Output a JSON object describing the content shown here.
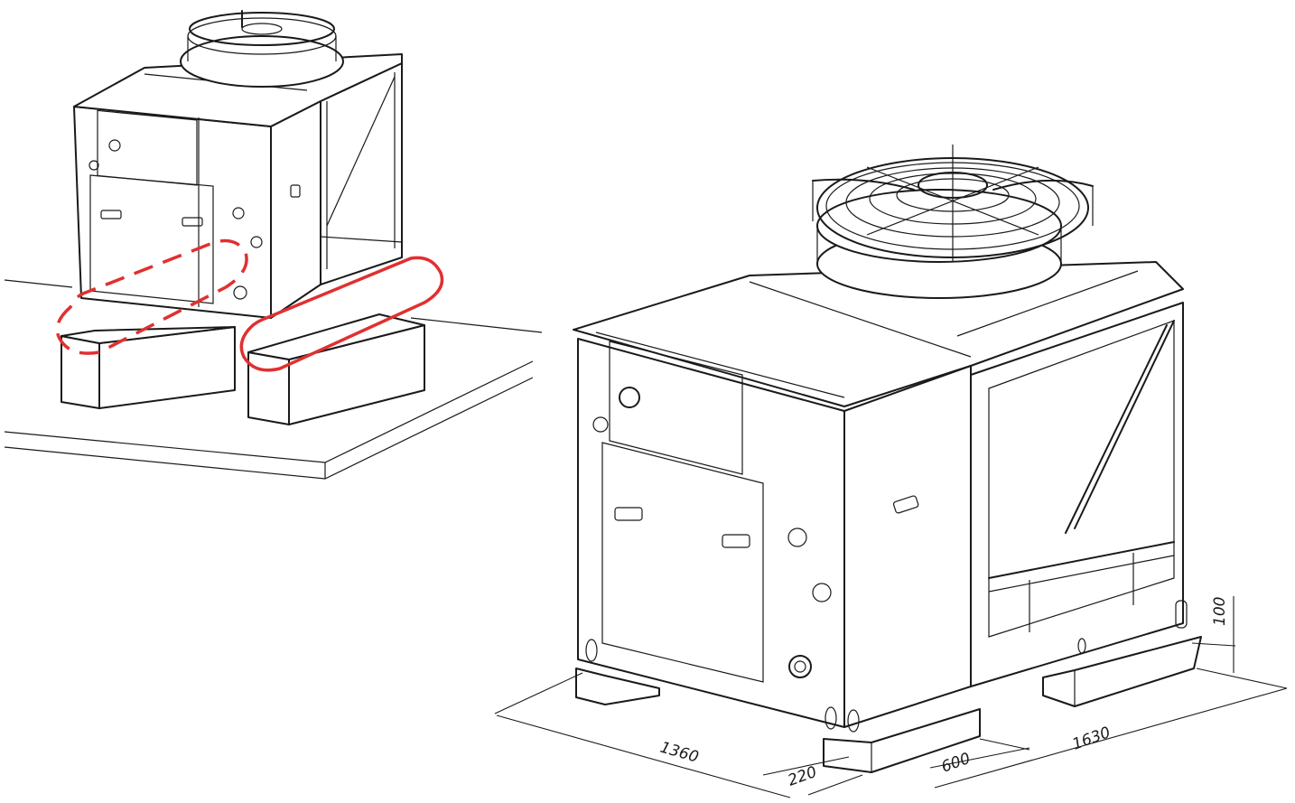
{
  "dimensions": {
    "width_1360": "1360",
    "depth_1630": "1630",
    "height_100": "100",
    "base_220": "220",
    "base_600": "600"
  },
  "colors": {
    "line": "#1a1a1a",
    "highlight": "#e03030",
    "background": "#ffffff"
  },
  "highlights": [
    {
      "name": "dashed-highlight-left-support",
      "style": "dashed"
    },
    {
      "name": "solid-highlight-right-support",
      "style": "solid"
    }
  ]
}
